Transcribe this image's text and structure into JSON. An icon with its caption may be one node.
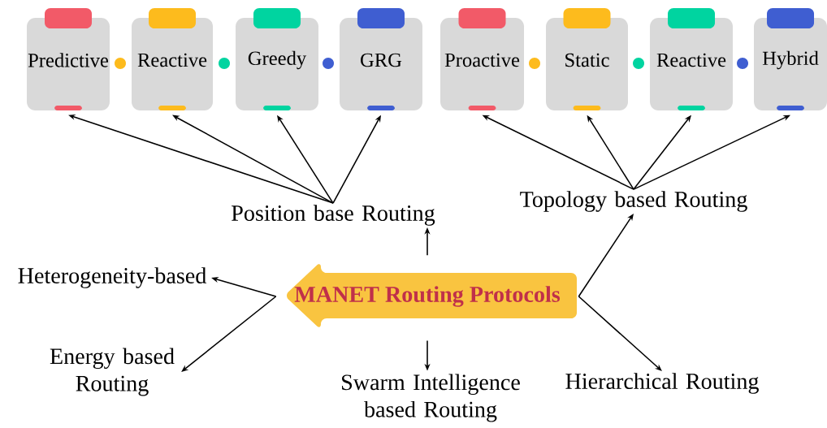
{
  "diagram": {
    "nodes": [
      {
        "text": [
          "MANET Routing Protocols"
        ]
      },
      {
        "text": [
          "Position base Routing"
        ]
      },
      {
        "text": [
          "Topology based Routing"
        ]
      },
      {
        "text": [
          "Heterogeneity-based"
        ]
      },
      {
        "text": [
          "Energy based Routing"
        ]
      },
      {
        "text": [
          "Swarm Intelligence based Routing"
        ]
      },
      {
        "text": [
          "Hierarchical Routing"
        ]
      },
      {
        "text": [
          "Predictive"
        ]
      },
      {
        "text": [
          "Reactive"
        ]
      },
      {
        "text": [
          "Greedy"
        ]
      },
      {
        "text": [
          "GRG"
        ]
      },
      {
        "text": [
          "Proactive"
        ]
      },
      {
        "text": [
          "Static"
        ]
      },
      {
        "text": [
          "Reactive"
        ]
      },
      {
        "text": [
          "Hybrid"
        ]
      }
    ],
    "edges": [
      {
        "from": 0,
        "to": 1,
        "arrow": "to"
      },
      {
        "from": 0,
        "to": 2,
        "arrow": "to"
      },
      {
        "from": 0,
        "to": 3,
        "arrow": "to"
      },
      {
        "from": 0,
        "to": 4,
        "arrow": "to"
      },
      {
        "from": 0,
        "to": 5,
        "arrow": "to"
      },
      {
        "from": 0,
        "to": 6,
        "arrow": "to"
      },
      {
        "from": 1,
        "to": 7,
        "arrow": "to"
      },
      {
        "from": 1,
        "to": 8,
        "arrow": "to"
      },
      {
        "from": 1,
        "to": 9,
        "arrow": "to"
      },
      {
        "from": 1,
        "to": 10,
        "arrow": "to"
      },
      {
        "from": 2,
        "to": 11,
        "arrow": "to"
      },
      {
        "from": 2,
        "to": 12,
        "arrow": "to"
      },
      {
        "from": 2,
        "to": 13,
        "arrow": "to"
      },
      {
        "from": 2,
        "to": 14,
        "arrow": "to"
      }
    ]
  }
}
